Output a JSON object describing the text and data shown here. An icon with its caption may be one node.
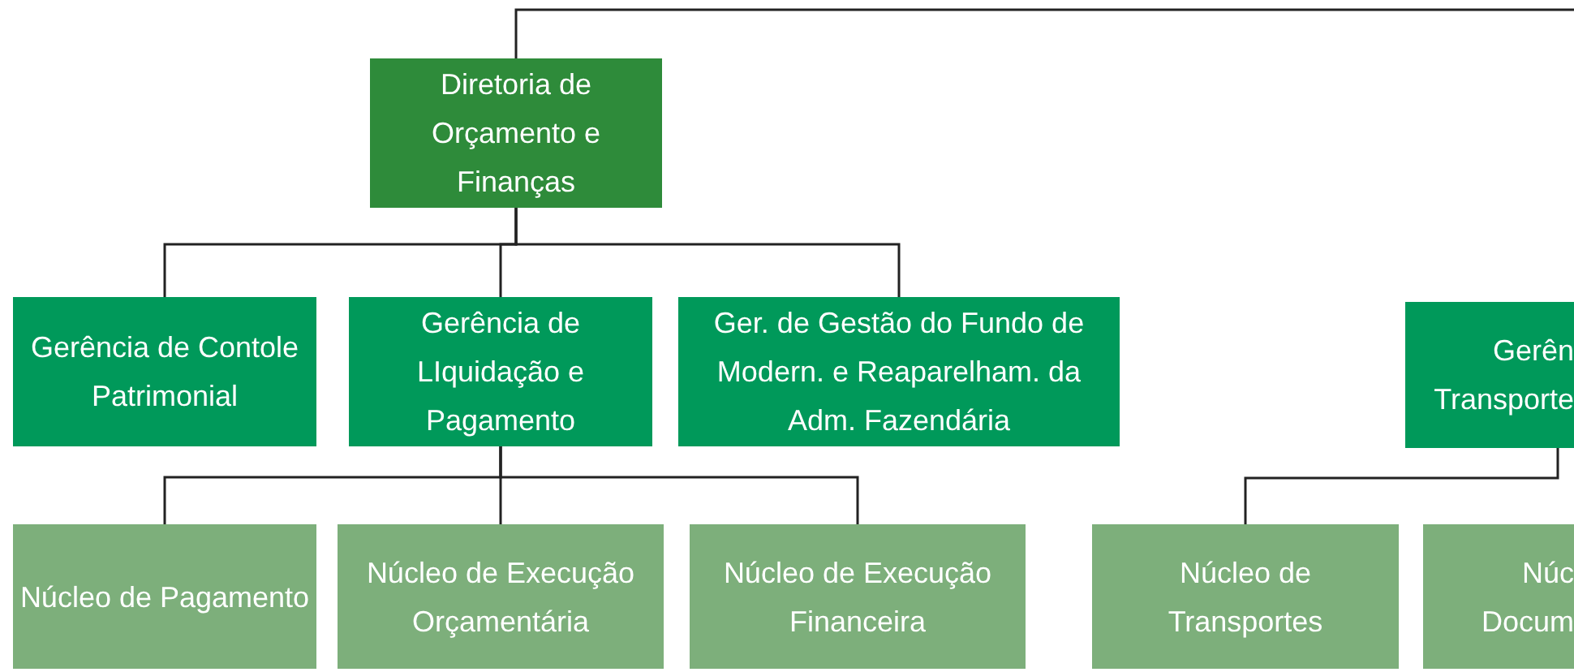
{
  "diagram": {
    "nodes": [
      {
        "text": [
          "Diretoria de Orçamento e Finanças"
        ]
      },
      {
        "text": [
          "Gerência de Contole Patrimonial"
        ]
      },
      {
        "text": [
          "Gerência de LIquidação e Pagamento"
        ]
      },
      {
        "text": [
          "Ger. de Gestão do Fundo de Modern. e Reaparelham. da Adm. Fazendária"
        ]
      },
      {
        "text": [
          "Núcleo de Pagamento"
        ]
      },
      {
        "text": [
          "Núcleo de Execução Orçamentária"
        ]
      },
      {
        "text": [
          "Núcleo de Execução Financeira"
        ]
      },
      {
        "text": [
          "Gerên Transporte"
        ]
      },
      {
        "text": [
          "Núcleo de Transportes"
        ]
      },
      {
        "text": [
          "Núc Docum"
        ]
      }
    ],
    "edges": [
      {
        "from": 0,
        "to": null,
        "arrow": "none"
      },
      {
        "from": 0,
        "to": 1,
        "arrow": "none"
      },
      {
        "from": 0,
        "to": 2,
        "arrow": "none"
      },
      {
        "from": 0,
        "to": 3,
        "arrow": "none"
      },
      {
        "from": 2,
        "to": 4,
        "arrow": "none"
      },
      {
        "from": 2,
        "to": 5,
        "arrow": "none"
      },
      {
        "from": 2,
        "to": 6,
        "arrow": "none"
      },
      {
        "from": 7,
        "to": 8,
        "arrow": "none"
      }
    ]
  }
}
